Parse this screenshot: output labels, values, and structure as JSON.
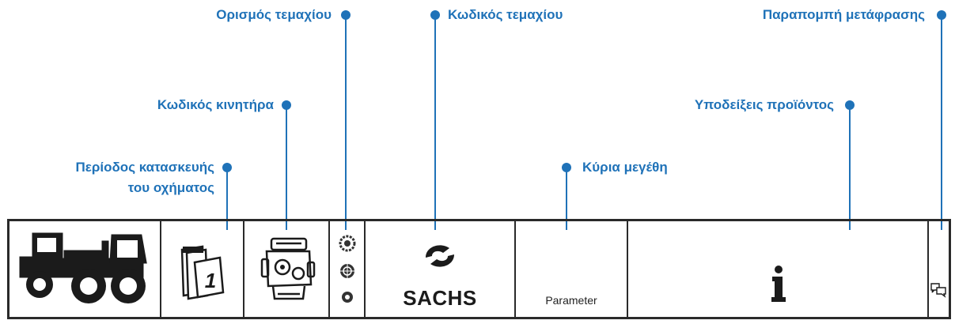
{
  "callouts": {
    "part_definition": "Ορισμός τεμαχίου",
    "part_code": "Κωδικός τεμαχίου",
    "translation_reference": "Παραπομπή μετάφρασης",
    "engine_code": "Κωδικός κινητήρα",
    "product_notes": "Υποδείξεις προϊόντος",
    "build_period_line1": "Περίοδος κατασκευής",
    "build_period_line2": "του οχήματος",
    "main_dimensions": "Κύρια μεγέθη"
  },
  "table": {
    "brand_logo_text": "SACHS",
    "parameter_label": "Parameter"
  },
  "colors": {
    "accent": "#1f72b8",
    "border": "#2a2a2a",
    "icon": "#1b1b1b"
  },
  "icons": [
    "tractor-icon",
    "calendar-icon",
    "engine-icon",
    "part-type-icons",
    "sachs-logo",
    "info-icon",
    "translation-speech-icon"
  ]
}
